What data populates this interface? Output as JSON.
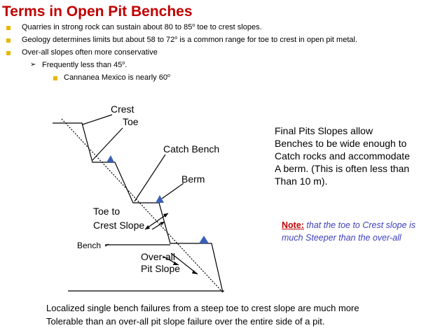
{
  "title": "Terms in Open Pit Benches",
  "bullets": [
    {
      "pre": "Quarries in strong rock can sustain about 80 to 85",
      "sup": "o",
      "post": " toe to crest slopes."
    },
    {
      "pre": "Geology determines limits but about 58 to 72",
      "sup": "o",
      "post": " is a common range for toe to crest in open pit metal."
    },
    {
      "pre": "Over-all slopes often more conservative",
      "sup": "",
      "post": ""
    },
    {
      "pre": "Frequently less than 45",
      "sup": "o",
      "post": "."
    },
    {
      "pre": "Cannanea Mexico is nearly 60",
      "sup": "o",
      "post": ""
    }
  ],
  "diagram": {
    "crest": "Crest",
    "toe": "Toe",
    "catch_bench": "Catch Bench",
    "berm": "Berm",
    "toe_to": "Toe to",
    "crest_slope": "Crest Slope",
    "bench": "Bench",
    "overall": "Over-all",
    "pit_slope": "Pit Slope"
  },
  "final_text": [
    "Final Pits Slopes allow",
    "Benches to be wide enough to",
    "Catch rocks and accommodate",
    "A berm.  (This is often less than",
    "Than 10 m)."
  ],
  "note": {
    "keyword": "Note:",
    "text": " that the toe to Crest slope is much Steeper than the over-all"
  },
  "bottom_text": [
    "Localized single bench failures from a steep toe to crest slope are much more",
    "Tolerable than an over-all pit slope failure over the entire side of a pit."
  ],
  "colors": {
    "title": "#c00000",
    "bullet": "#e6b800",
    "triangle": "#3b5fb8",
    "note": "#3f3fbf"
  }
}
